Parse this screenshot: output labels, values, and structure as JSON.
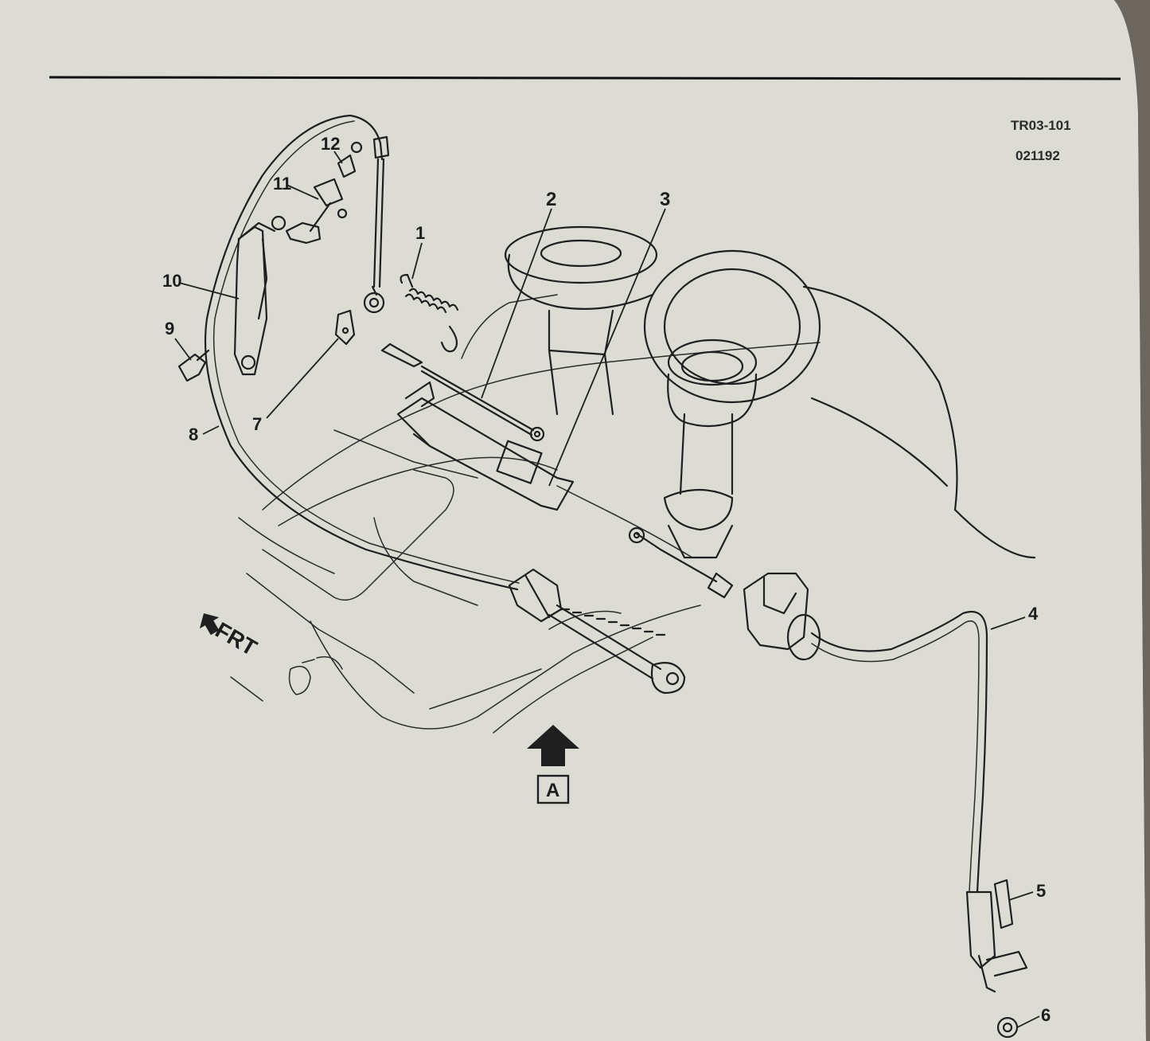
{
  "figure_ref": {
    "line1": "TR03-101",
    "line2": "021192"
  },
  "callouts": [
    "1",
    "2",
    "3",
    "4",
    "5",
    "6",
    "7",
    "8",
    "9",
    "10",
    "11",
    "12"
  ],
  "direction_label": "FRT",
  "view_label": "A",
  "colors": {
    "paper": "#dcdbd4",
    "ink": "#1f1f1f",
    "shadow": "#5a5750"
  }
}
